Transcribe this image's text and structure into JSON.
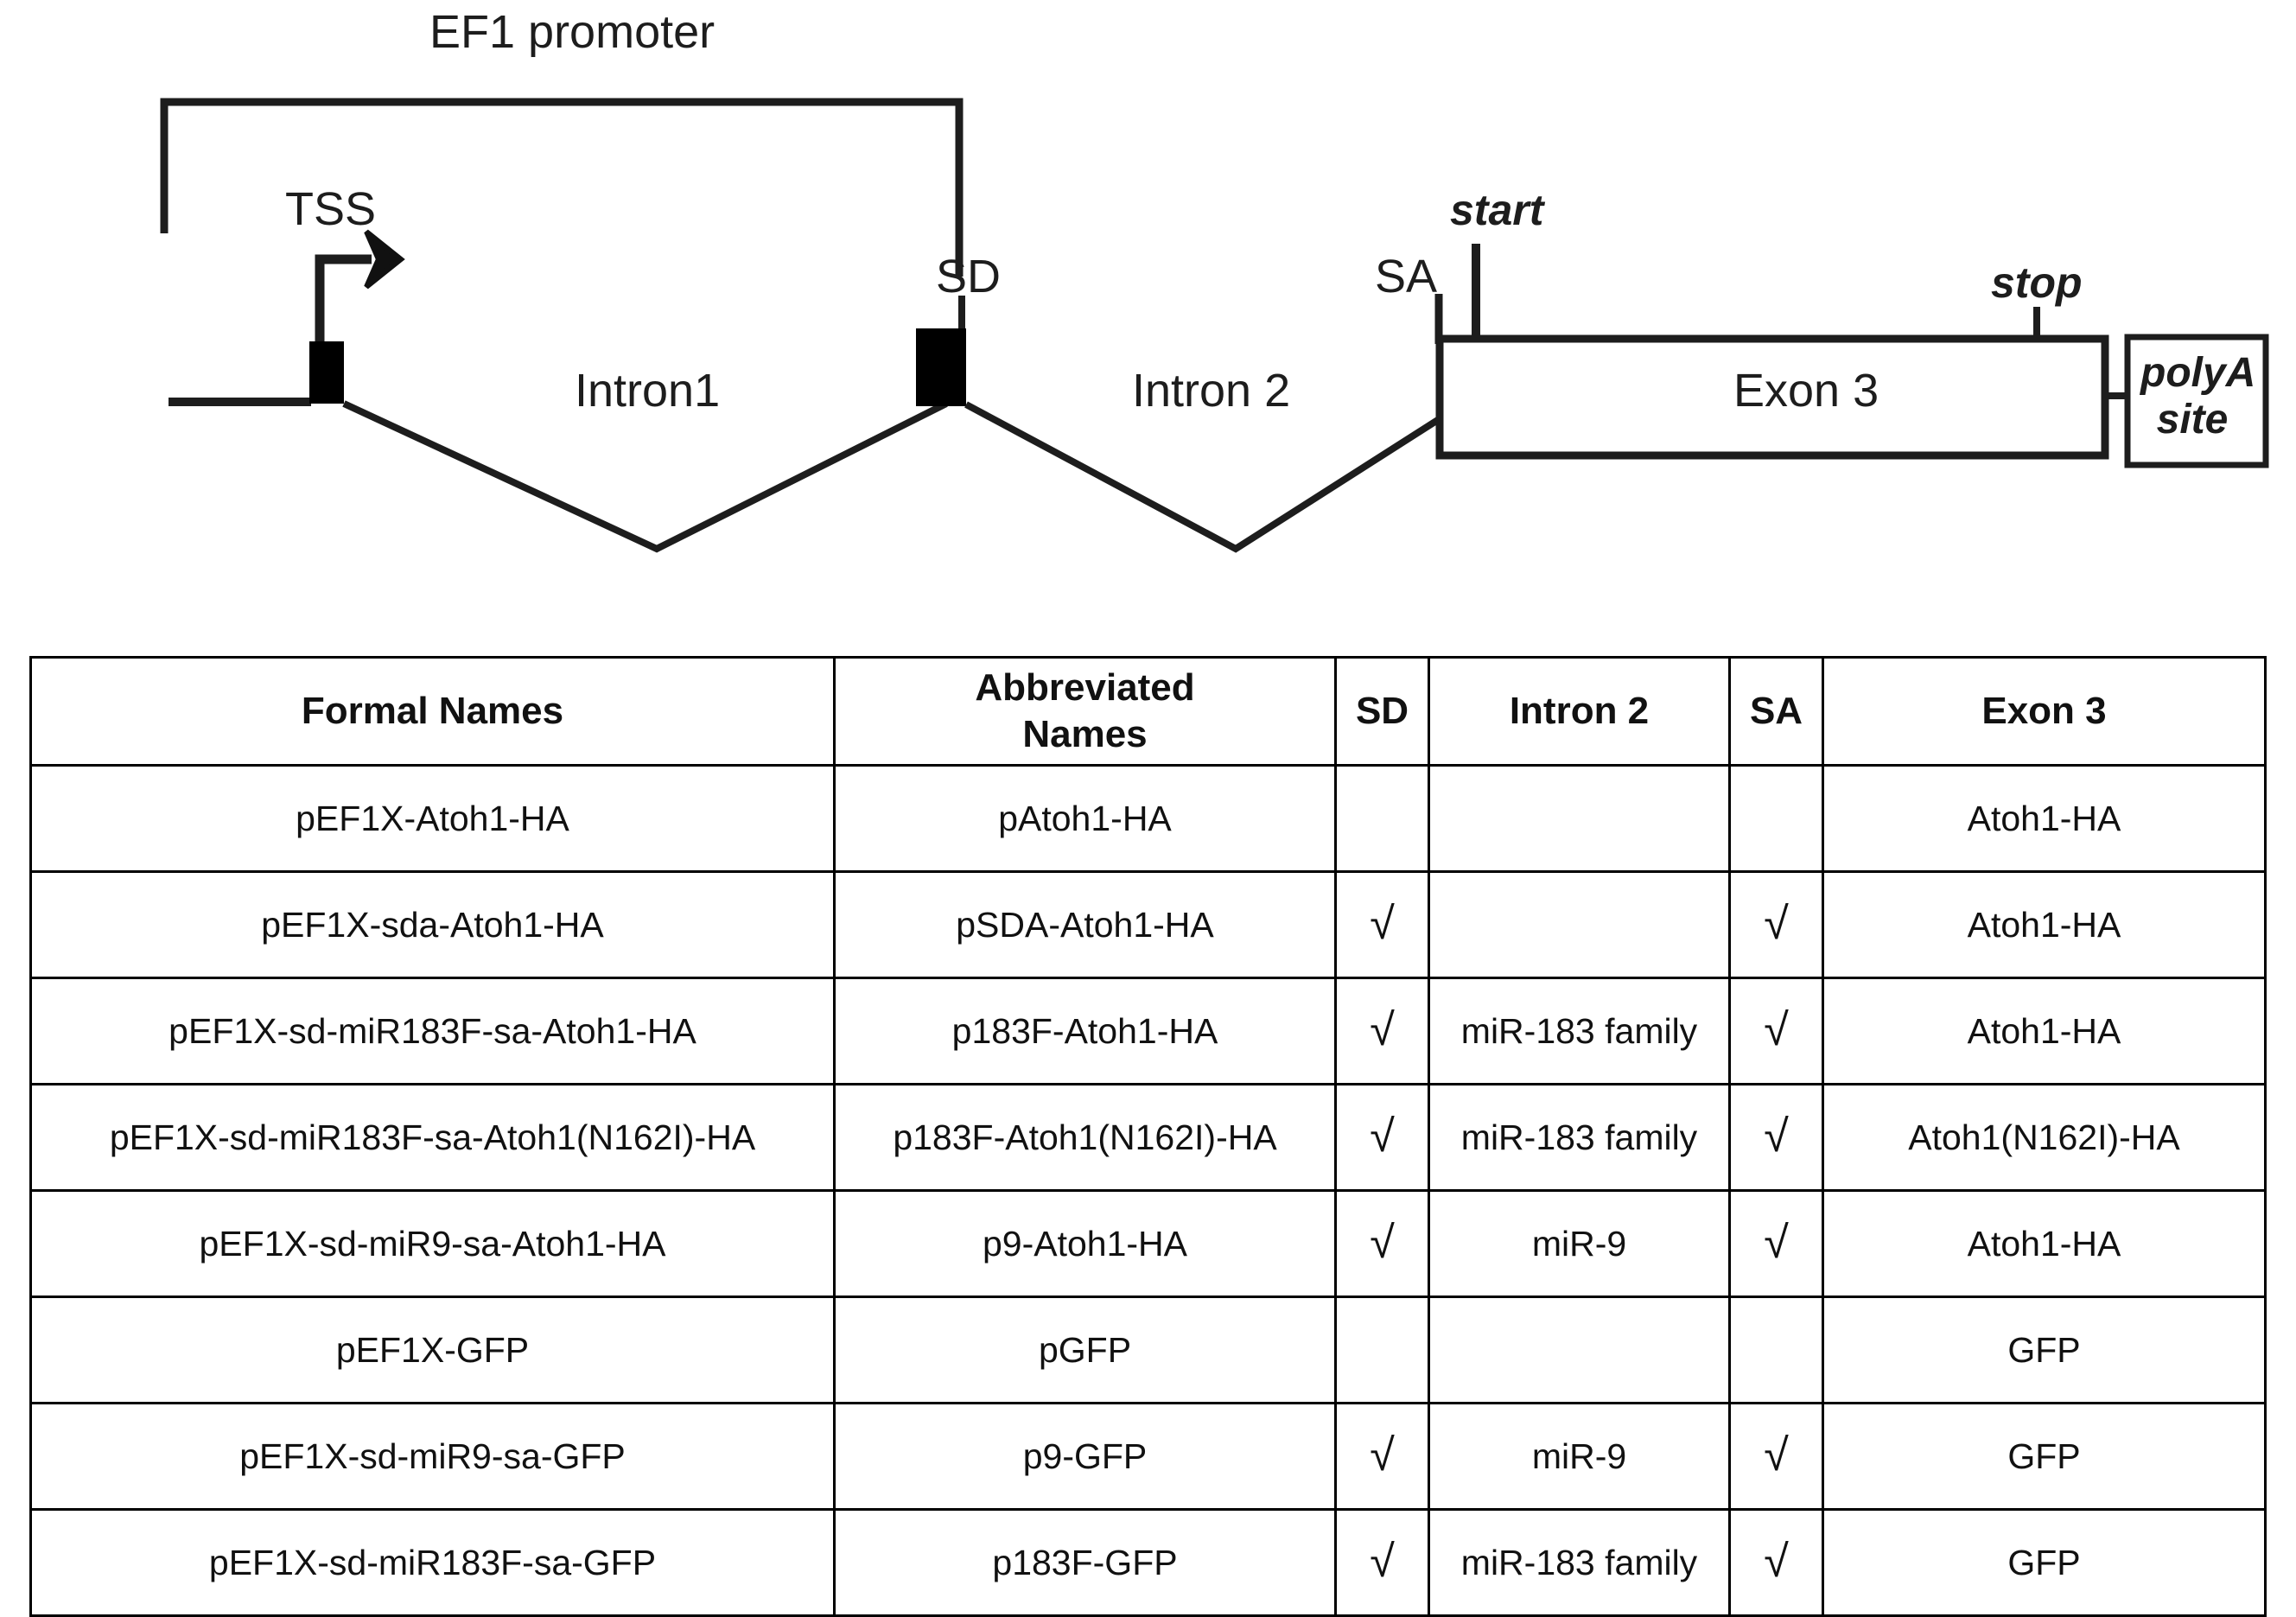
{
  "diagram": {
    "labels": {
      "promoter": "EF1 promoter",
      "tss": "TSS",
      "sd": "SD",
      "sa": "SA",
      "start": "start",
      "stop": "stop",
      "intron1": "Intron1",
      "intron2": "Intron 2",
      "exon3": "Exon 3",
      "polya_line1": "polyA",
      "polya_line2": "site"
    },
    "colors": {
      "stroke": "#1d1d1d",
      "exon_fill": "#000000",
      "box_fill": "#ffffff"
    }
  },
  "table": {
    "columns": [
      "Formal Names",
      "Abbreviated Names",
      "SD",
      "Intron 2",
      "SA",
      "Exon 3"
    ],
    "header_abbrev_line1": "Abbreviated",
    "header_abbrev_line2": "Names",
    "check_symbol": "√",
    "rows": [
      {
        "formal": "pEF1X-Atoh1-HA",
        "abbrev": "pAtoh1-HA",
        "sd": "",
        "intron2": "",
        "sa": "",
        "exon3": "Atoh1-HA"
      },
      {
        "formal": "pEF1X-sda-Atoh1-HA",
        "abbrev": "pSDA-Atoh1-HA",
        "sd": "√",
        "intron2": "",
        "sa": "√",
        "exon3": "Atoh1-HA"
      },
      {
        "formal": "pEF1X-sd-miR183F-sa-Atoh1-HA",
        "abbrev": "p183F-Atoh1-HA",
        "sd": "√",
        "intron2": "miR-183 family",
        "sa": "√",
        "exon3": "Atoh1-HA"
      },
      {
        "formal": "pEF1X-sd-miR183F-sa-Atoh1(N162I)-HA",
        "abbrev": "p183F-Atoh1(N162I)-HA",
        "sd": "√",
        "intron2": "miR-183 family",
        "sa": "√",
        "exon3": "Atoh1(N162I)-HA"
      },
      {
        "formal": "pEF1X-sd-miR9-sa-Atoh1-HA",
        "abbrev": "p9-Atoh1-HA",
        "sd": "√",
        "intron2": "miR-9",
        "sa": "√",
        "exon3": "Atoh1-HA"
      },
      {
        "formal": "pEF1X-GFP",
        "abbrev": "pGFP",
        "sd": "",
        "intron2": "",
        "sa": "",
        "exon3": "GFP"
      },
      {
        "formal": "pEF1X-sd-miR9-sa-GFP",
        "abbrev": "p9-GFP",
        "sd": "√",
        "intron2": "miR-9",
        "sa": "√",
        "exon3": "GFP"
      },
      {
        "formal": "pEF1X-sd-miR183F-sa-GFP",
        "abbrev": "p183F-GFP",
        "sd": "√",
        "intron2": "miR-183 family",
        "sa": "√",
        "exon3": "GFP"
      }
    ]
  }
}
